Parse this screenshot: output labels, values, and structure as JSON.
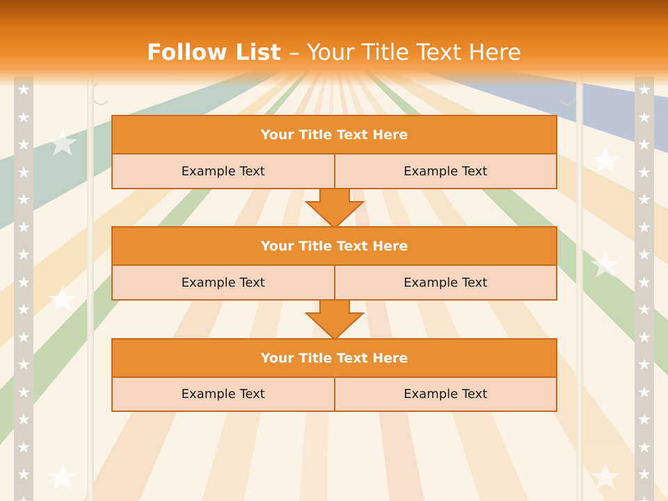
{
  "slide": {
    "title_bold": "Follow List ",
    "title_rest": " – Your Title Text Here"
  },
  "blocks": [
    {
      "title": "Your Title Text Here",
      "left_text": "Example Text",
      "right_text": "Example Text"
    },
    {
      "title": "Your Title Text Here",
      "left_text": "Example Text",
      "right_text": "Example Text"
    },
    {
      "title": "Your Title Text Here",
      "left_text": "Example Text",
      "right_text": "Example Text"
    }
  ],
  "decor": {
    "star_glyph": "★",
    "accent_color": "#e88f34",
    "border_color": "#c7691a",
    "cell_color": "#f7d5bf"
  }
}
